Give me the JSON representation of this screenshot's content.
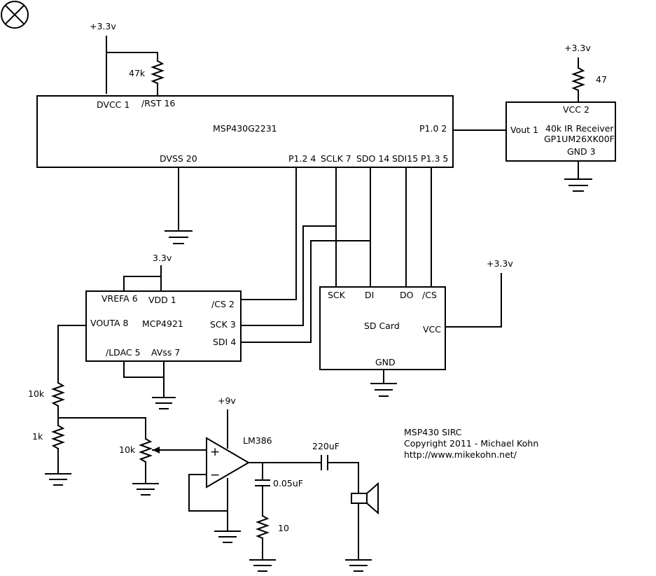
{
  "labels": {
    "vcc_top": "+3.3v",
    "r_rst": "47k",
    "dvcc": "DVCC 1",
    "rst": "/RST 16",
    "mcu": "MSP430G2231",
    "p10": "P1.0 2",
    "dvss": "DVSS 20",
    "p12": "P1.2 4",
    "sclk": "SCLK 7",
    "sdo": "SDO 14",
    "sdi": "SDI15",
    "p13": "P1.3 5",
    "ir_vcc_label": "+3.3v",
    "r_ir": "47",
    "ir_vcc": "VCC 2",
    "ir_vout": "Vout 1",
    "ir_name1": "40k IR Receiver",
    "ir_name2": "GP1UM26XK00F",
    "ir_gnd": "GND 3",
    "dac_vcc": "3.3v",
    "vrefa": "VREFA 6",
    "vdd": "VDD 1",
    "cs2": "/CS 2",
    "vouta": "VOUTA 8",
    "dac": "MCP4921",
    "sck3": "SCK 3",
    "sdi4": "SDI 4",
    "ldac": "/LDAC 5",
    "avss": "AVss 7",
    "sd_vcc_label": "+3.3v",
    "sd_sck": "SCK",
    "sd_di": "DI",
    "sd_do": "DO",
    "sd_cs": "/CS",
    "sd_card": "SD Card",
    "sd_vcc": "VCC",
    "sd_gnd": "GND",
    "r10k_a": "10k",
    "r1k": "1k",
    "pot": "10k",
    "v9": "+9v",
    "amp": "LM386",
    "plus": "+",
    "minus": "−",
    "c220": "220uF",
    "c005": "0.05uF",
    "r10": "10",
    "credit1": "MSP430 SIRC",
    "credit2": "Copyright 2011 - Michael Kohn",
    "credit3": "http://www.mikekohn.net/"
  }
}
